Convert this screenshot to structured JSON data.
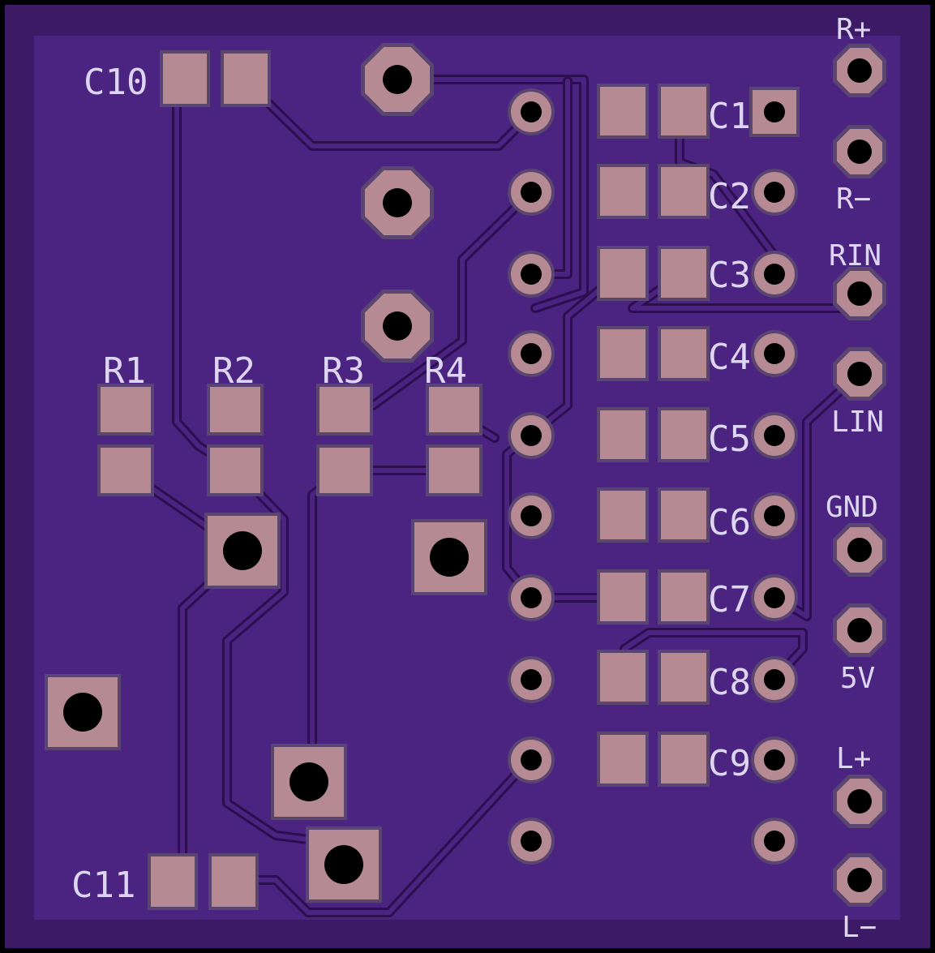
{
  "colors": {
    "background": "#000000",
    "board": "#3d1a66",
    "board_edge": "#34165a",
    "copper": "#4b2380",
    "trace_outline": "#2c0f4f",
    "pad": "#b58a92",
    "pad_outline": "#5a4470",
    "hole": "#000000",
    "silkscreen": "#ddd6f2"
  },
  "labels": {
    "c10": "C10",
    "c11": "C11",
    "c1": "C1",
    "c2": "C2",
    "c3": "C3",
    "c4": "C4",
    "c5": "C5",
    "c6": "C6",
    "c7": "C7",
    "c8": "C8",
    "c9": "C9",
    "r1": "R1",
    "r2": "R2",
    "r3": "R3",
    "r4": "R4",
    "r_plus": "R+",
    "r_minus": "R−",
    "rin": "RIN",
    "lin": "LIN",
    "gnd": "GND",
    "five_v": "5V",
    "l_plus": "L+",
    "l_minus": "L−"
  }
}
